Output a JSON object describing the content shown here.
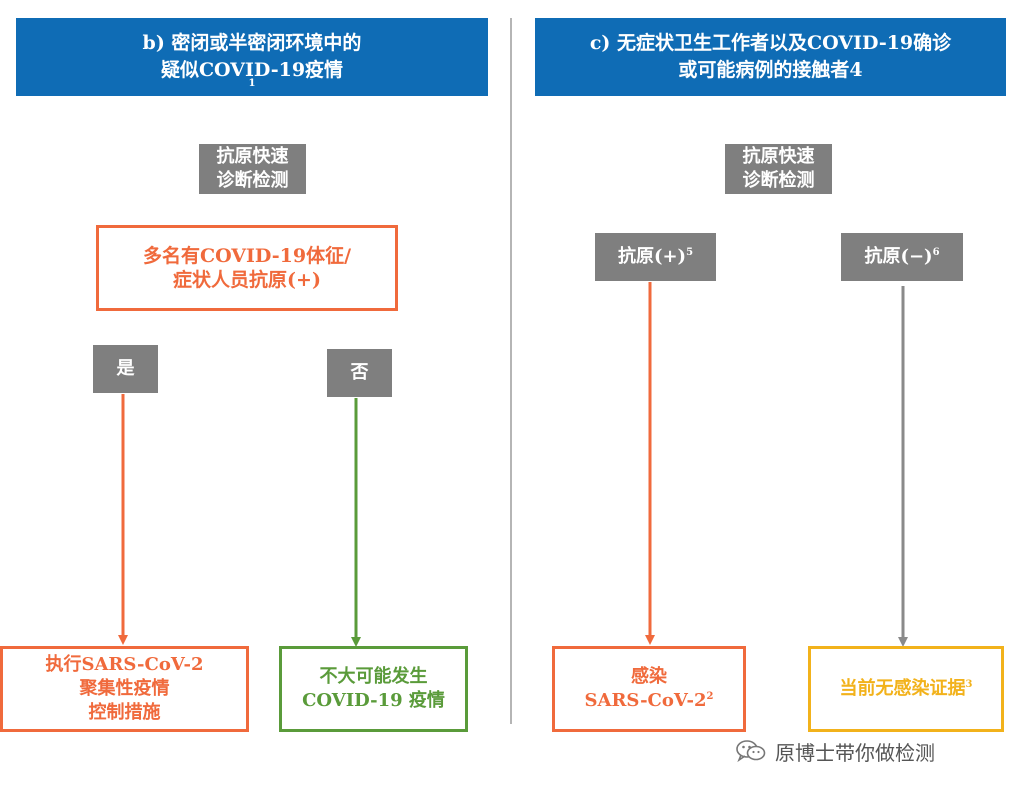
{
  "panel_b": {
    "header_line1": "b) 密闭或半密闭环境中的",
    "header_line2": "疑似COVID-19疫情",
    "header_sup": "1",
    "test_line1": "抗原快速",
    "test_line2": "诊断检测",
    "condition_line1": "多名有COVID-19体征/",
    "condition_line2": "症状人员抗原(+)",
    "yes_label": "是",
    "no_label": "否",
    "yes_outcome_line1": "执行SARS-CoV-2",
    "yes_outcome_line2": "聚集性疫情",
    "yes_outcome_line3": "控制措施",
    "no_outcome_line1": "不大可能发生",
    "no_outcome_line2": "COVID-19 疫情"
  },
  "panel_c": {
    "header_line1": "c) 无症状卫生工作者以及COVID-19确诊",
    "header_line2": "或可能病例的接触者4",
    "test_line1": "抗原快速",
    "test_line2": "诊断检测",
    "positive_label": "抗原(+)",
    "positive_sup": "5",
    "negative_label": "抗原(−)",
    "negative_sup": "6",
    "positive_outcome_line1": "感染",
    "positive_outcome_line2": "SARS-CoV-2",
    "positive_outcome_sup": "2",
    "negative_outcome_text": "当前无感染证据",
    "negative_outcome_sup": "3"
  },
  "watermark": {
    "text": "原博士带你做检测",
    "icon": "wechat-icon"
  },
  "colors": {
    "header_blue": "#0f6cb5",
    "gray": "#7f7f7f",
    "orange": "#f06a3c",
    "green": "#5a9b3a",
    "yellow": "#f2b21b"
  }
}
